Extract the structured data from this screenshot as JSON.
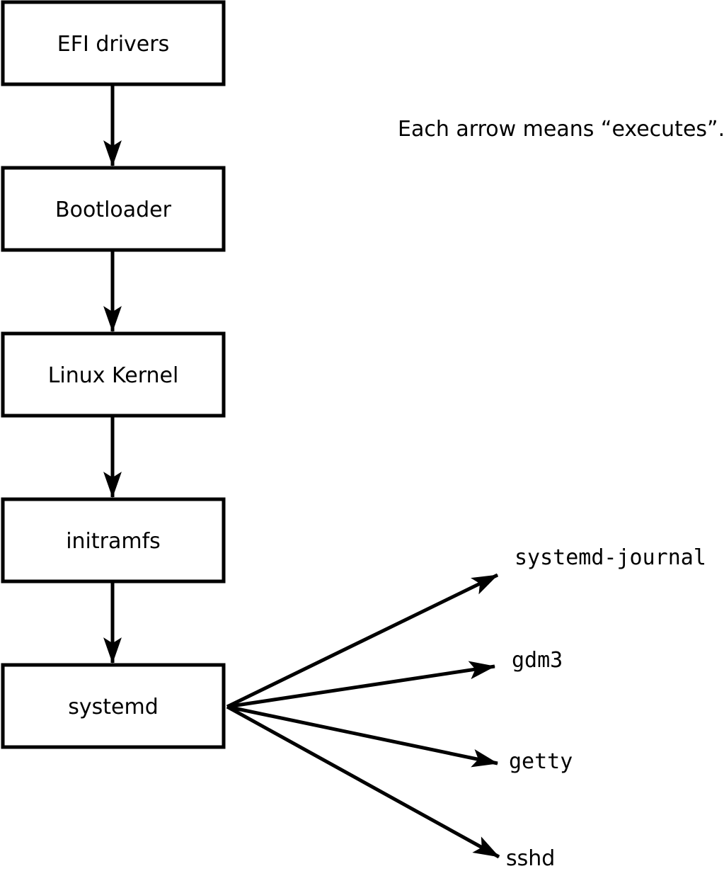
{
  "diagram": {
    "note": "Each arrow means “executes”.",
    "colors": {
      "background": "#ffffff",
      "line": "#000000",
      "box_fill": "#ffffff",
      "text": "#000000"
    },
    "boot_chain": [
      {
        "label": "EFI drivers"
      },
      {
        "label": "Bootloader"
      },
      {
        "label": "Linux Kernel"
      },
      {
        "label": "initramfs"
      },
      {
        "label": "systemd"
      }
    ],
    "services": [
      {
        "label": "systemd-journal"
      },
      {
        "label": "gdm3"
      },
      {
        "label": "getty"
      },
      {
        "label": "sshd"
      }
    ]
  }
}
